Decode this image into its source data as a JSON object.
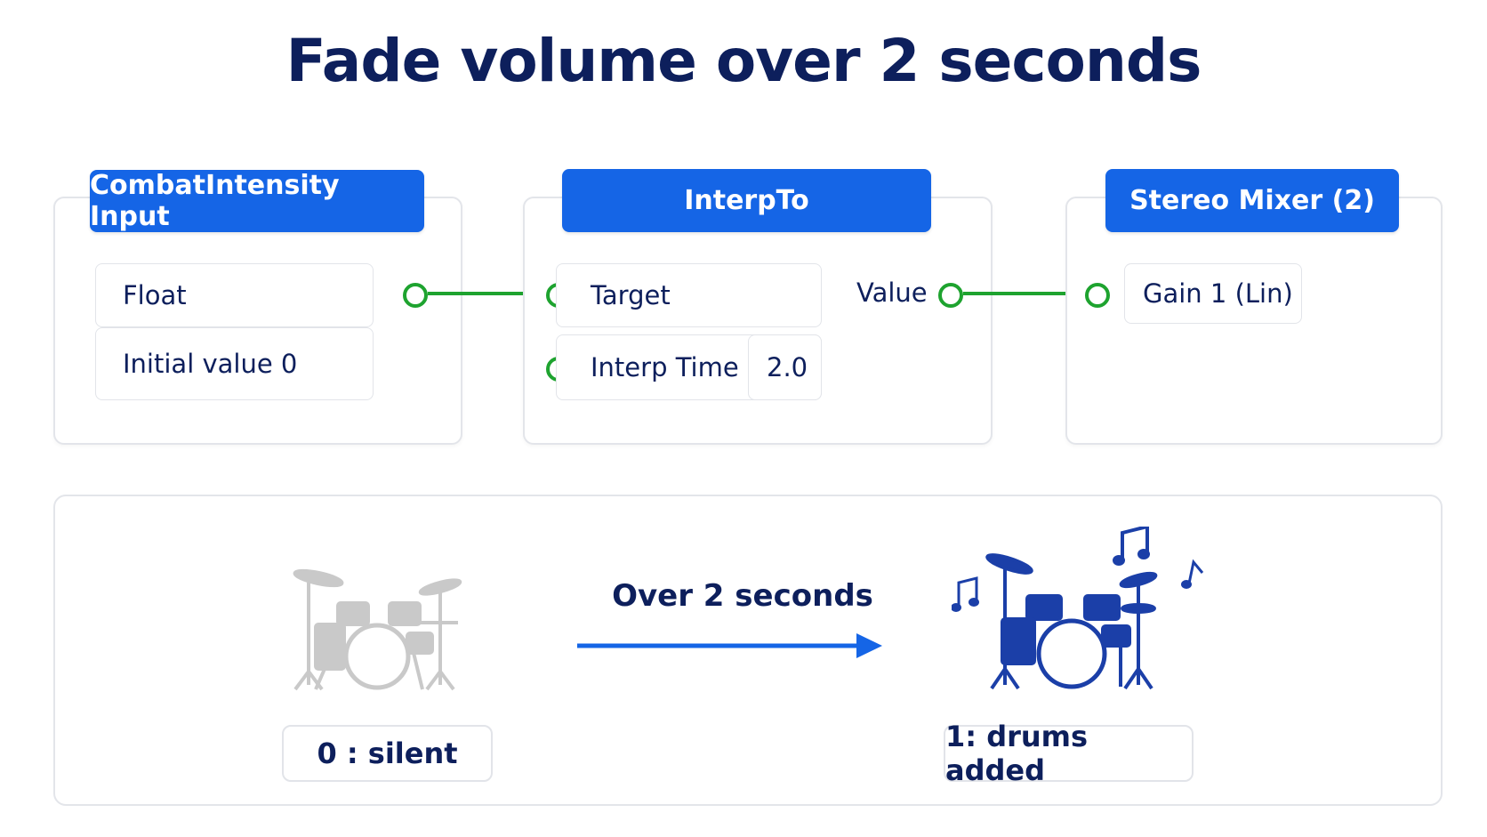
{
  "title": "Fade volume over 2 seconds",
  "nodes": {
    "combat_input": {
      "header": "CombatIntensity Input",
      "type_field": "Float",
      "initial_field": "Initial value 0"
    },
    "interp": {
      "header": "InterpTo",
      "target_label": "Target",
      "interp_time_label": "Interp Time",
      "interp_time_value": "2.0",
      "output_label": "Value"
    },
    "mixer": {
      "header": "Stereo Mixer (2)",
      "gain_label": "Gain 1 (Lin)"
    }
  },
  "transition": {
    "caption": "Over 2 seconds",
    "start_label": "0 : silent",
    "end_label": "1: drums added",
    "start_icon": "drum-kit-faded-icon",
    "end_icon": "drum-kit-playing-icon"
  },
  "colors": {
    "header_blue": "#1565e6",
    "text_navy": "#0d1f5c",
    "wire_green": "#1ea32f",
    "drum_gray": "#c9c9c9",
    "drum_blue": "#1b3fa8"
  }
}
